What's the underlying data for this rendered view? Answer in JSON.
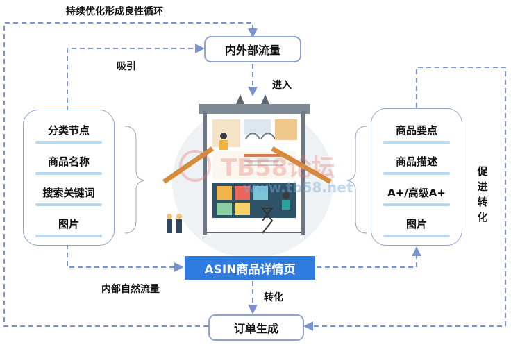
{
  "top_loop_label": "持续优化形成良性循环",
  "traffic_box": "内外部流量",
  "attract_label": "吸引",
  "enter_label": "进入",
  "left_panel": [
    "分类节点",
    "商品名称",
    "搜索关键词",
    "图片"
  ],
  "right_panel": [
    "商品要点",
    "商品描述",
    "A+/高级A+",
    "图片"
  ],
  "promote_label": [
    "促",
    "进",
    "转",
    "化"
  ],
  "asin_box": "ASIN商品详情页",
  "natural_traffic_label": "内部自然流量",
  "convert_label": "转化",
  "order_box": "订单生成",
  "watermark_text": "TB58论坛",
  "watermark_url": "www.tb58.net",
  "colors": {
    "line": "#7a93cc",
    "asin_bg": "#2f7be0",
    "bar": "#b9d7ef"
  }
}
